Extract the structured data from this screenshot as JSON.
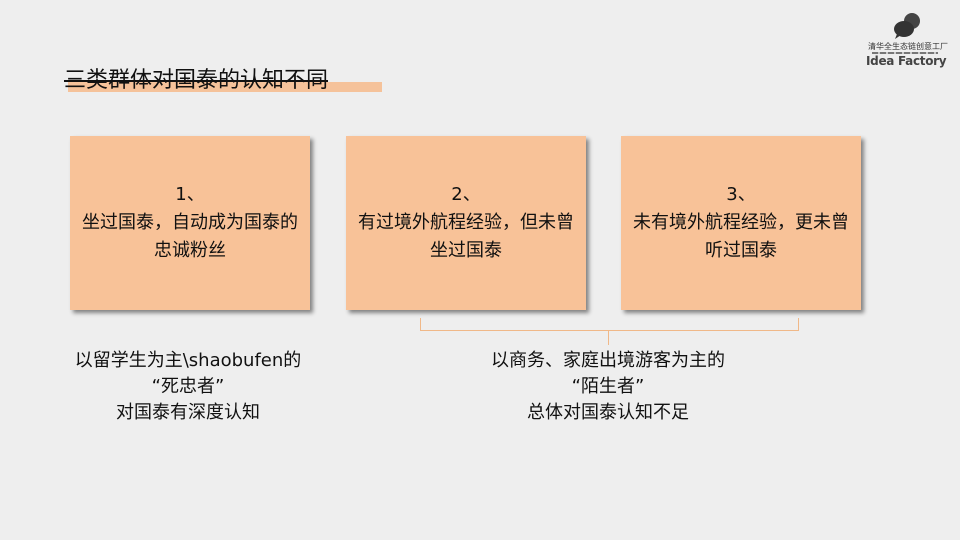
{
  "logo": {
    "icon": "speech-bubbles-icon",
    "cn_text": "清华全生态链创意工厂",
    "en_text": "Idea Factory"
  },
  "title": "三类群体对国泰的认知不同",
  "cards": [
    {
      "num": "1、",
      "text": "坐过国泰，自动成为国泰的忠诚粉丝"
    },
    {
      "num": "2、",
      "text": "有过境外航程经验，但未曾坐过国泰"
    },
    {
      "num": "3、",
      "text": "未有境外航程经验，更未曾听过国泰"
    }
  ],
  "notes": [
    {
      "line1": "以留学生为主\\shaobufen的",
      "line2": "“死忠者”",
      "line3": "对国泰有深度认知"
    },
    {
      "line1": "以商务、家庭出境游客为主的",
      "line2": "“陌生者”",
      "line3": "总体对国泰认知不足"
    }
  ],
  "colors": {
    "card": "#f8c298",
    "highlight": "#f5c29a",
    "background": "#eeeeee"
  }
}
